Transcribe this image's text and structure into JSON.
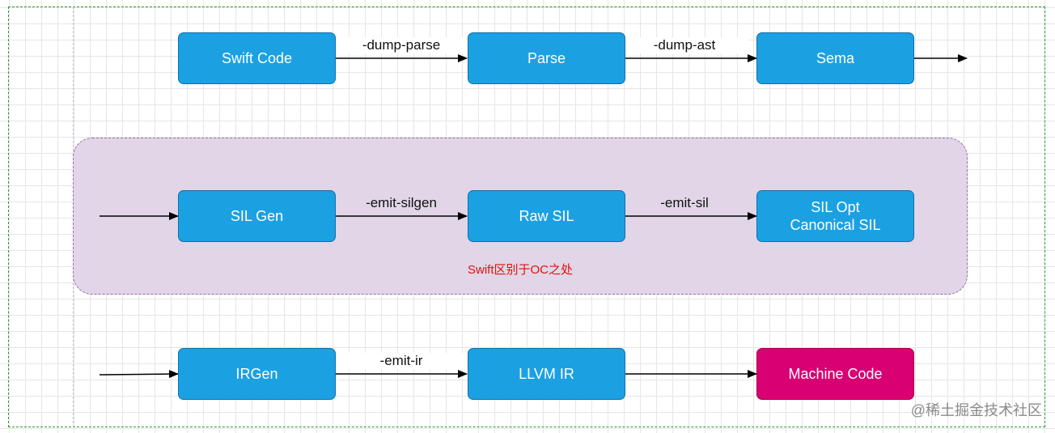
{
  "row1": {
    "nodes": [
      "Swift Code",
      "Parse",
      "Sema"
    ],
    "edges": [
      "-dump-parse",
      "-dump-ast"
    ]
  },
  "row2": {
    "nodes": [
      "SIL Gen",
      "Raw SIL",
      "SIL Opt\nCanonical SIL"
    ],
    "edges": [
      "-emit-silgen",
      "-emit-sil"
    ],
    "group_label": "Swift区别于OC之处"
  },
  "row3": {
    "nodes": [
      "IRGen",
      "LLVM IR",
      "Machine Code"
    ],
    "edges": [
      "-emit-ir"
    ]
  },
  "watermark": "@稀土掘金技术社区",
  "colors": {
    "node_fill": "#1ba1e2",
    "node_accent_fill": "#d80073",
    "group_fill": "#e1d5e7",
    "group_border": "#9673a6",
    "outer_border": "#2a9d2a",
    "group_label": "#e01010"
  }
}
